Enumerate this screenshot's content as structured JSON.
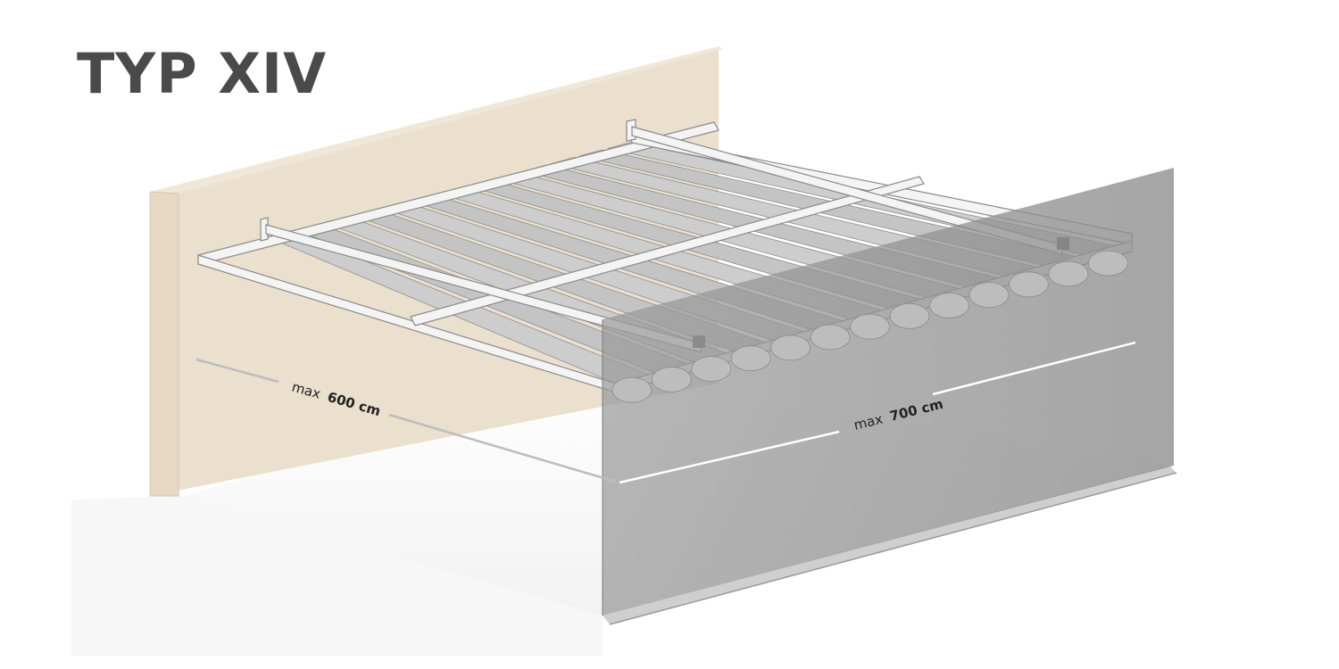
{
  "title": "TYP XIV",
  "dimensions": {
    "depth": {
      "prefix": "max",
      "value": "600 cm"
    },
    "width": {
      "prefix": "max",
      "value": "700 cm"
    }
  },
  "colors": {
    "title": "#4a4a4a",
    "wall": "#ebdfcd",
    "wall_edge": "#ddd0bc",
    "floor_side": "#8a8a8a",
    "frame": "#f4f4f4",
    "fabric": "#c6c6c6",
    "dim_line": "#bdbdbd",
    "dim_line_light": "#ffffff"
  },
  "roof": {
    "fabric_slats": 13
  }
}
